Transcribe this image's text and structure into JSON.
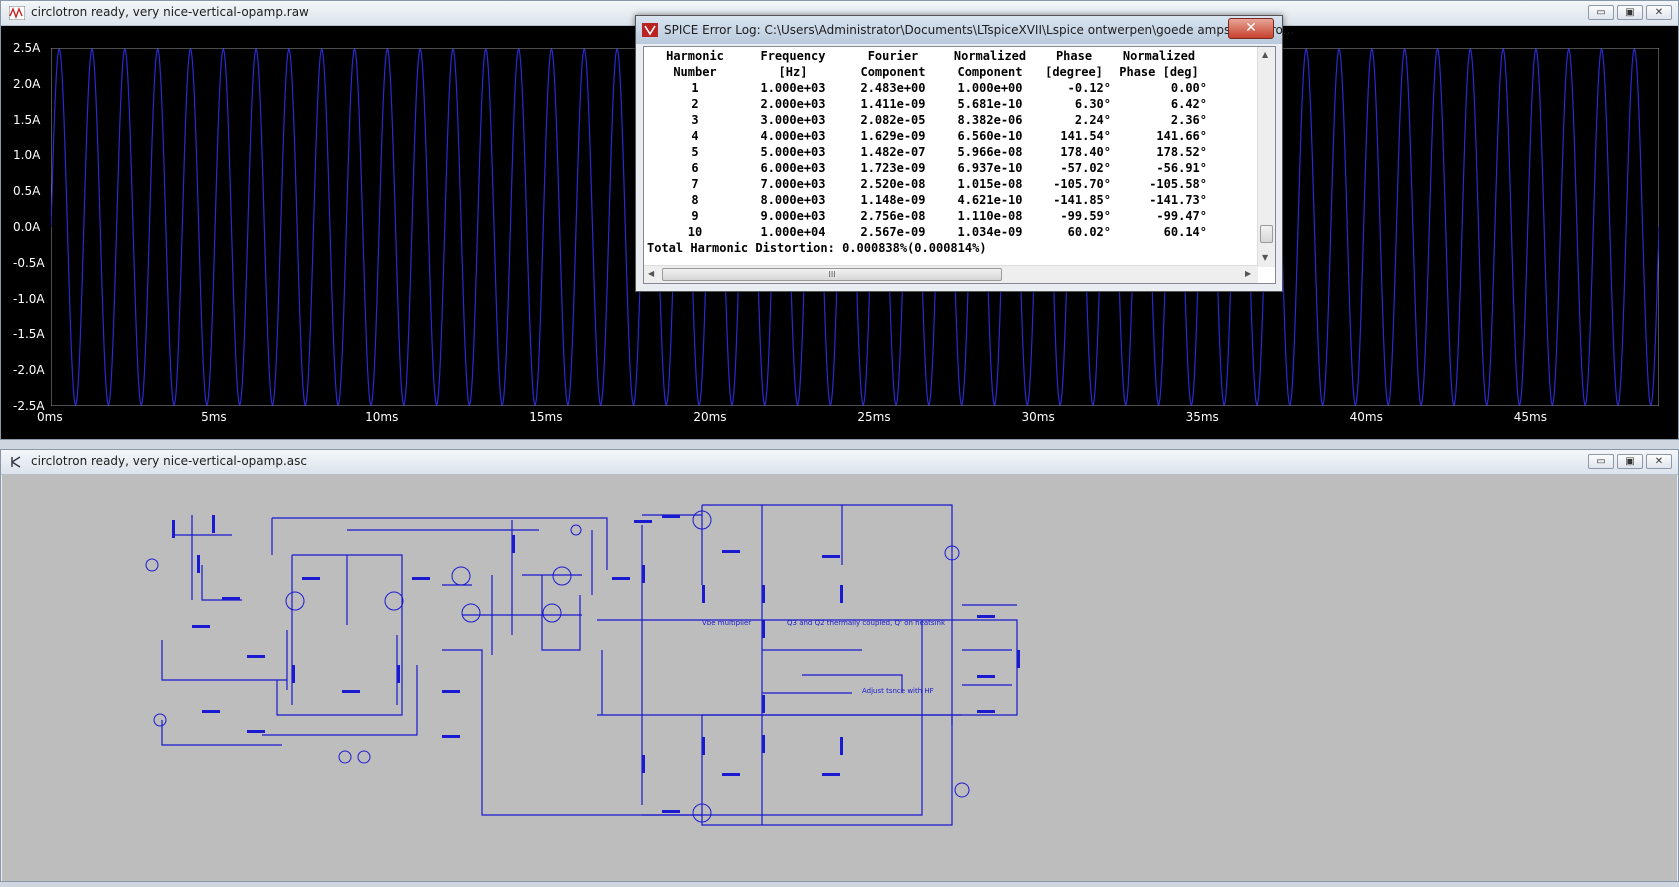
{
  "waveform_window": {
    "title": "circlotron ready, very nice-vertical-opamp.raw",
    "minimize": "▭",
    "maximize": "▣",
    "close": "✕",
    "y_ticks": [
      "2.5A",
      "2.0A",
      "1.5A",
      "1.0A",
      "0.5A",
      "0.0A",
      "-0.5A",
      "-1.0A",
      "-1.5A",
      "-2.0A",
      "-2.5A"
    ],
    "x_ticks": [
      "0ms",
      "5ms",
      "10ms",
      "15ms",
      "20ms",
      "25ms",
      "30ms",
      "35ms",
      "40ms",
      "45ms"
    ],
    "trace_color": "#2a2ad0"
  },
  "chart_data": {
    "type": "line",
    "waveform": "sine",
    "amplitude": 2.483,
    "frequency_hz": 1000,
    "xlim": [
      0,
      49
    ],
    "ylim": [
      -2.5,
      2.5
    ],
    "x_unit": "ms",
    "y_unit": "A",
    "grid": false
  },
  "schematic_window": {
    "title": "circlotron ready, very nice-vertical-opamp.asc",
    "minimize": "▭",
    "maximize": "▣",
    "close": "✕",
    "labels": {
      "vbe": "Vbe multiplier",
      "thermal": "Q3 and Q2 thermally coupled, Q' on heatsink",
      "adjust": "Adjust tsnce with HF"
    }
  },
  "error_log": {
    "title": "SPICE Error Log: C:\\Users\\Administrator\\Documents\\LTspiceXVII\\Lspice ontwerpen\\goede amps\\circlotro...",
    "close": "✕",
    "header1": [
      "Harmonic",
      "Frequency",
      "Fourier",
      "Normalized",
      "Phase",
      "Normalized"
    ],
    "header2": [
      "Number",
      "[Hz]",
      "Component",
      "Component",
      "[degree]",
      "Phase [deg]"
    ],
    "rows": [
      [
        "1",
        "1.000e+03",
        "2.483e+00",
        "1.000e+00",
        "-0.12°",
        "0.00°"
      ],
      [
        "2",
        "2.000e+03",
        "1.411e-09",
        "5.681e-10",
        "6.30°",
        "6.42°"
      ],
      [
        "3",
        "3.000e+03",
        "2.082e-05",
        "8.382e-06",
        "2.24°",
        "2.36°"
      ],
      [
        "4",
        "4.000e+03",
        "1.629e-09",
        "6.560e-10",
        "141.54°",
        "141.66°"
      ],
      [
        "5",
        "5.000e+03",
        "1.482e-07",
        "5.966e-08",
        "178.40°",
        "178.52°"
      ],
      [
        "6",
        "6.000e+03",
        "1.723e-09",
        "6.937e-10",
        "-57.02°",
        "-56.91°"
      ],
      [
        "7",
        "7.000e+03",
        "2.520e-08",
        "1.015e-08",
        "-105.70°",
        "-105.58°"
      ],
      [
        "8",
        "8.000e+03",
        "1.148e-09",
        "4.621e-10",
        "-141.85°",
        "-141.73°"
      ],
      [
        "9",
        "9.000e+03",
        "2.756e-08",
        "1.110e-08",
        "-99.59°",
        "-99.47°"
      ],
      [
        "10",
        "1.000e+04",
        "2.567e-09",
        "1.034e-09",
        "60.02°",
        "60.14°"
      ]
    ],
    "thd": "Total Harmonic Distortion: 0.000838%(0.000814%)",
    "scroll_grip": "III"
  }
}
